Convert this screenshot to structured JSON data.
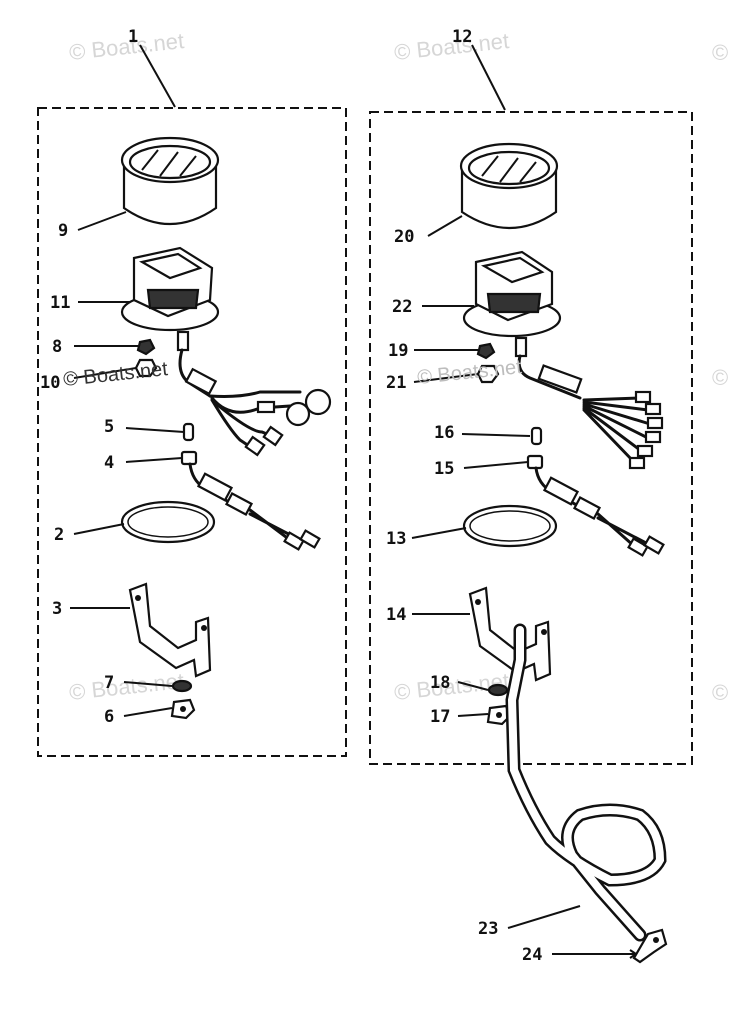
{
  "watermark": "© Boats.net",
  "watermark_overlay": "© Boats.net",
  "labels": {
    "1": "1",
    "2": "2",
    "3": "3",
    "4": "4",
    "5": "5",
    "6": "6",
    "7": "7",
    "8": "8",
    "9": "9",
    "10": "10",
    "11": "11",
    "12": "12",
    "13": "13",
    "14": "14",
    "15": "15",
    "16": "16",
    "17": "17",
    "18": "18",
    "19": "19",
    "20": "20",
    "21": "21",
    "22": "22",
    "23": "23",
    "24": "24"
  },
  "colors": {
    "line": "#111111",
    "watermark": "#d6d6d6",
    "background": "#ffffff"
  }
}
